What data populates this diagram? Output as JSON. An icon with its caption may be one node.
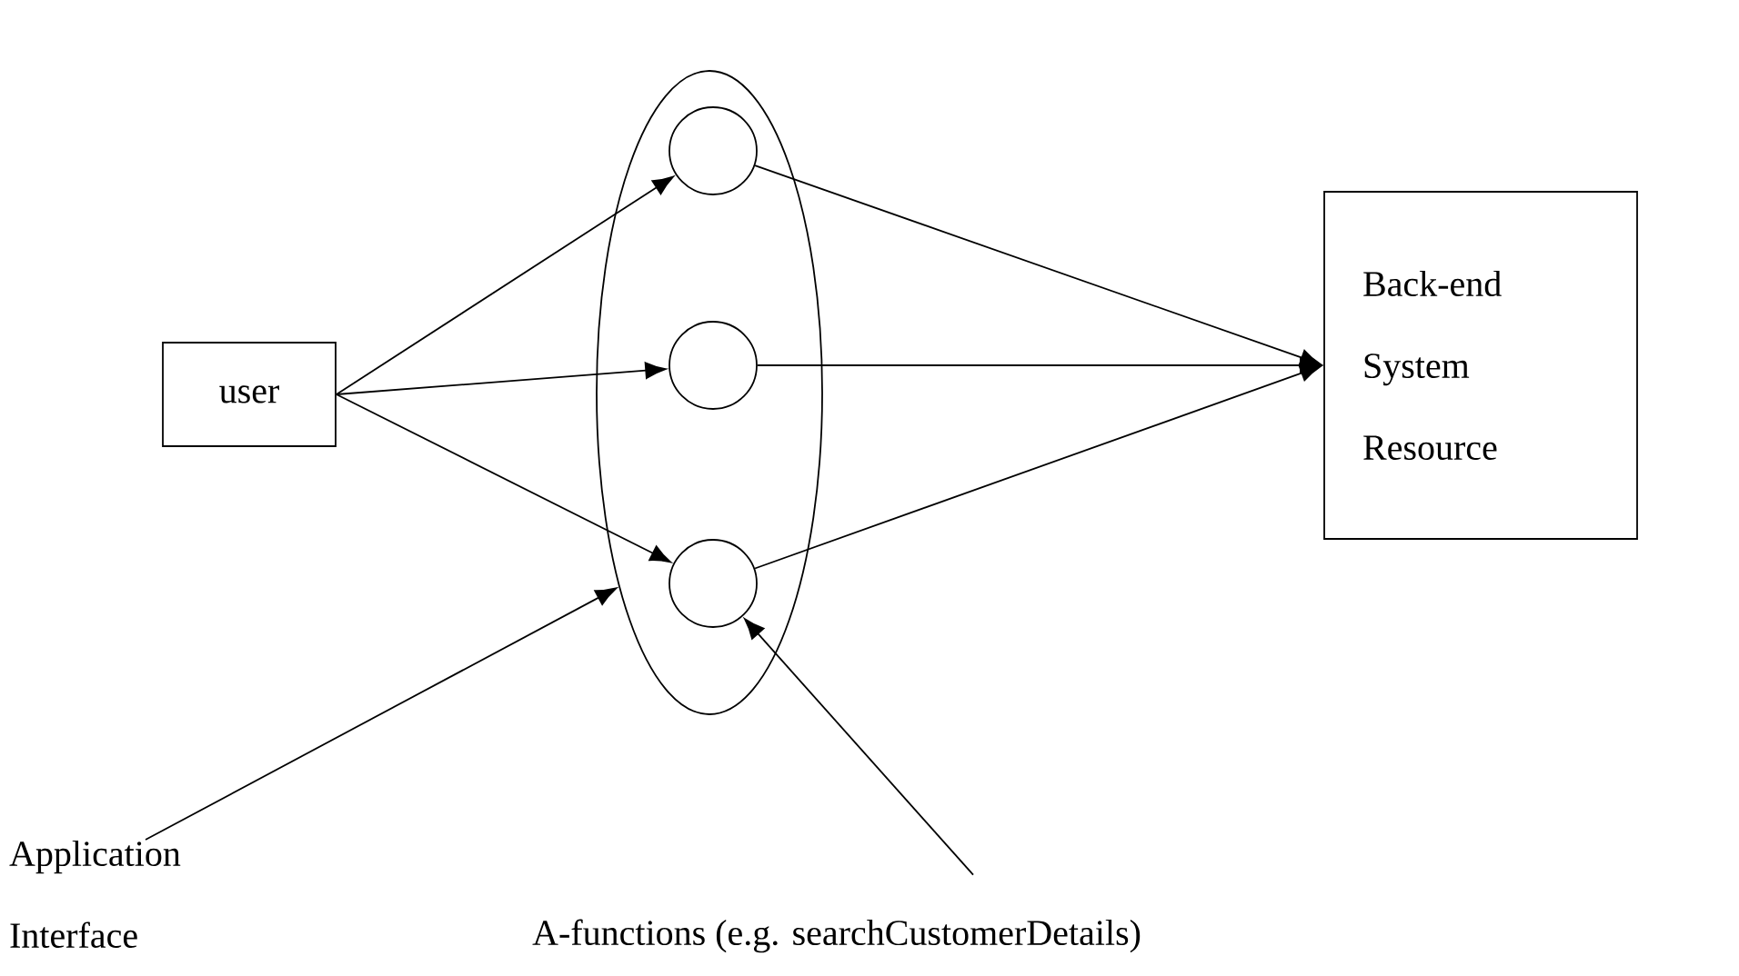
{
  "diagram": {
    "nodes": [
      {
        "text": [
          "user"
        ]
      },
      {
        "text": [],
        "shape": "ellipse"
      },
      {
        "text": [],
        "shape": "circle",
        "in": 1
      },
      {
        "text": [],
        "shape": "circle",
        "in": 1
      },
      {
        "text": [],
        "shape": "circle",
        "in": 1
      },
      {
        "text": [
          "Back-end System Resource"
        ]
      },
      {
        "text": [
          "Application Interface"
        ]
      },
      {
        "text": [
          "A-functions (e.g. searchCustomerDetails)"
        ]
      }
    ],
    "edges": [
      {
        "from": 0,
        "to": 2,
        "arrow": "to"
      },
      {
        "from": 0,
        "to": 3,
        "arrow": "to"
      },
      {
        "from": 0,
        "to": 4,
        "arrow": "to"
      },
      {
        "from": 2,
        "to": 5,
        "arrow": "to"
      },
      {
        "from": 3,
        "to": 5,
        "arrow": "to"
      },
      {
        "from": 4,
        "to": 5,
        "arrow": "to"
      },
      {
        "from": 6,
        "to": 1,
        "arrow": "to"
      },
      {
        "from": 7,
        "to": 4,
        "arrow": "to"
      }
    ]
  }
}
